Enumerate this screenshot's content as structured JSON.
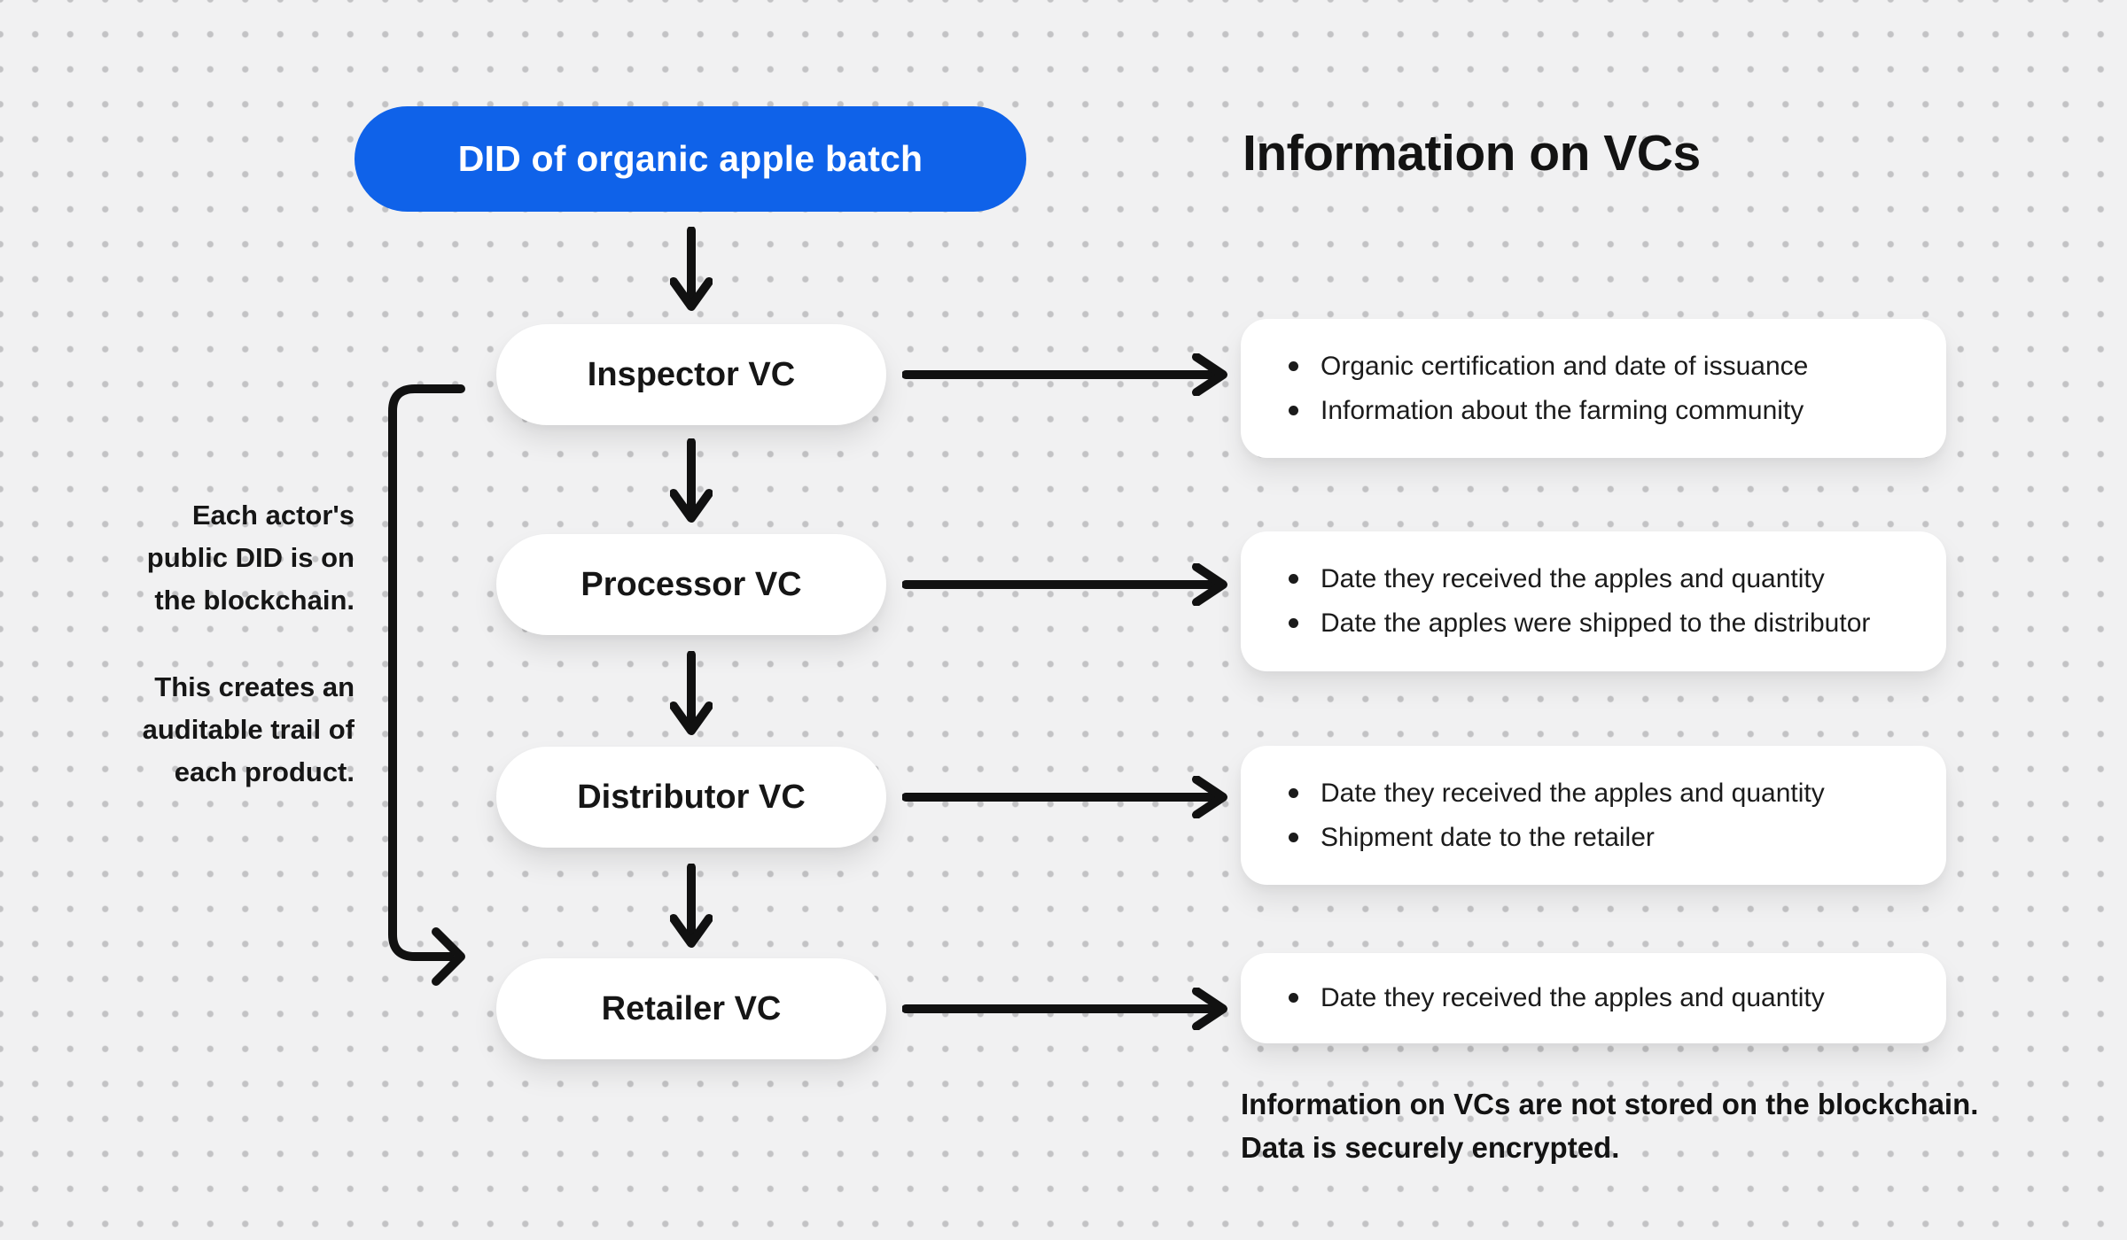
{
  "root_node": {
    "label": "DID of organic apple batch"
  },
  "heading": "Information on VCs",
  "flow": {
    "nodes": [
      {
        "label": "Inspector VC",
        "bullets": [
          "Organic certification and date of issuance",
          "Information about the farming community"
        ]
      },
      {
        "label": "Processor VC",
        "bullets": [
          "Date they received the apples and quantity",
          "Date the apples were shipped to the distributor"
        ]
      },
      {
        "label": "Distributor VC",
        "bullets": [
          "Date they received the apples and quantity",
          "Shipment date to the retailer"
        ]
      },
      {
        "label": "Retailer VC",
        "bullets": [
          "Date they received the apples and quantity"
        ]
      }
    ]
  },
  "annotations": {
    "left_note_para1": "Each actor's public DID is on the blockchain.",
    "left_note_para2": "This creates an auditable trail of each product.",
    "bottom_note_line1": "Information on VCs are not stored on the blockchain.",
    "bottom_note_line2": "Data is securely encrypted."
  },
  "icons": [
    "down-arrow-icon",
    "right-arrow-icon",
    "loop-down-arrow-icon"
  ],
  "colors": {
    "accent_blue": "#0f62e9",
    "background": "#f1f1f2",
    "dot_grid": "#c3c3c5",
    "card_white": "#ffffff",
    "text_black": "#161616"
  }
}
